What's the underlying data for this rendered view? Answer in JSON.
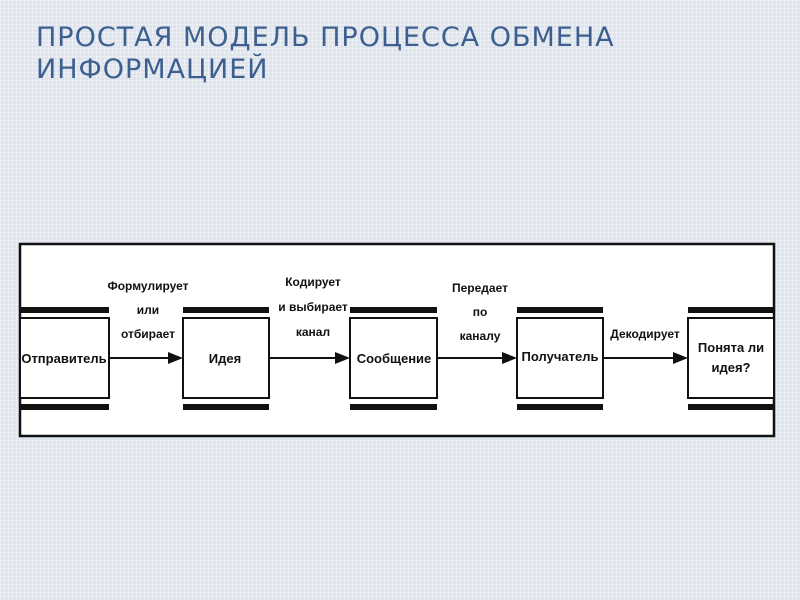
{
  "title": "ПРОСТАЯ МОДЕЛЬ ПРОЦЕССА ОБМЕНА ИНФОРМАЦИЕЙ",
  "diagram": {
    "nodes": [
      {
        "id": "sender",
        "label": "Отправитель"
      },
      {
        "id": "idea",
        "label": "Идея"
      },
      {
        "id": "message",
        "label": "Сообщение"
      },
      {
        "id": "receiver",
        "label": "Получатель"
      },
      {
        "id": "understood",
        "label_lines": [
          "Понята ли",
          "идея?"
        ]
      }
    ],
    "edges": [
      {
        "from": "sender",
        "to": "idea",
        "label_lines": [
          "Формулирует",
          "или",
          "отбирает"
        ]
      },
      {
        "from": "idea",
        "to": "message",
        "label_lines": [
          "Кодирует",
          "и выбирает",
          "канал"
        ]
      },
      {
        "from": "message",
        "to": "receiver",
        "label_lines": [
          "Передает",
          "по",
          "каналу"
        ]
      },
      {
        "from": "receiver",
        "to": "understood",
        "label_lines": [
          "Декодирует"
        ]
      }
    ]
  }
}
